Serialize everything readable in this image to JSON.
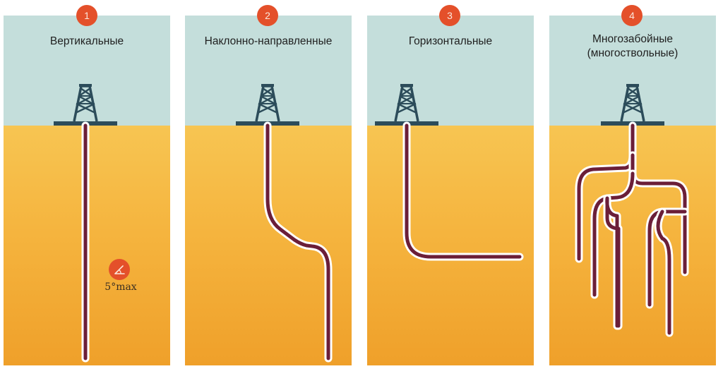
{
  "panels": [
    {
      "number": "1",
      "title": "Вертикальные"
    },
    {
      "number": "2",
      "title": "Наклонно-направленные"
    },
    {
      "number": "3",
      "title": "Горизонтальные"
    },
    {
      "number": "4",
      "title": "Многозабойные\n(многоствольные)"
    }
  ],
  "angle_note": {
    "label": "5°max",
    "icon": "angle-icon"
  },
  "colors": {
    "sky": "#c4dedb",
    "ground": "#f5b43e",
    "badge": "#e4502a",
    "well_pipe": "#6b1e38",
    "rig": "#2c4c5a"
  }
}
